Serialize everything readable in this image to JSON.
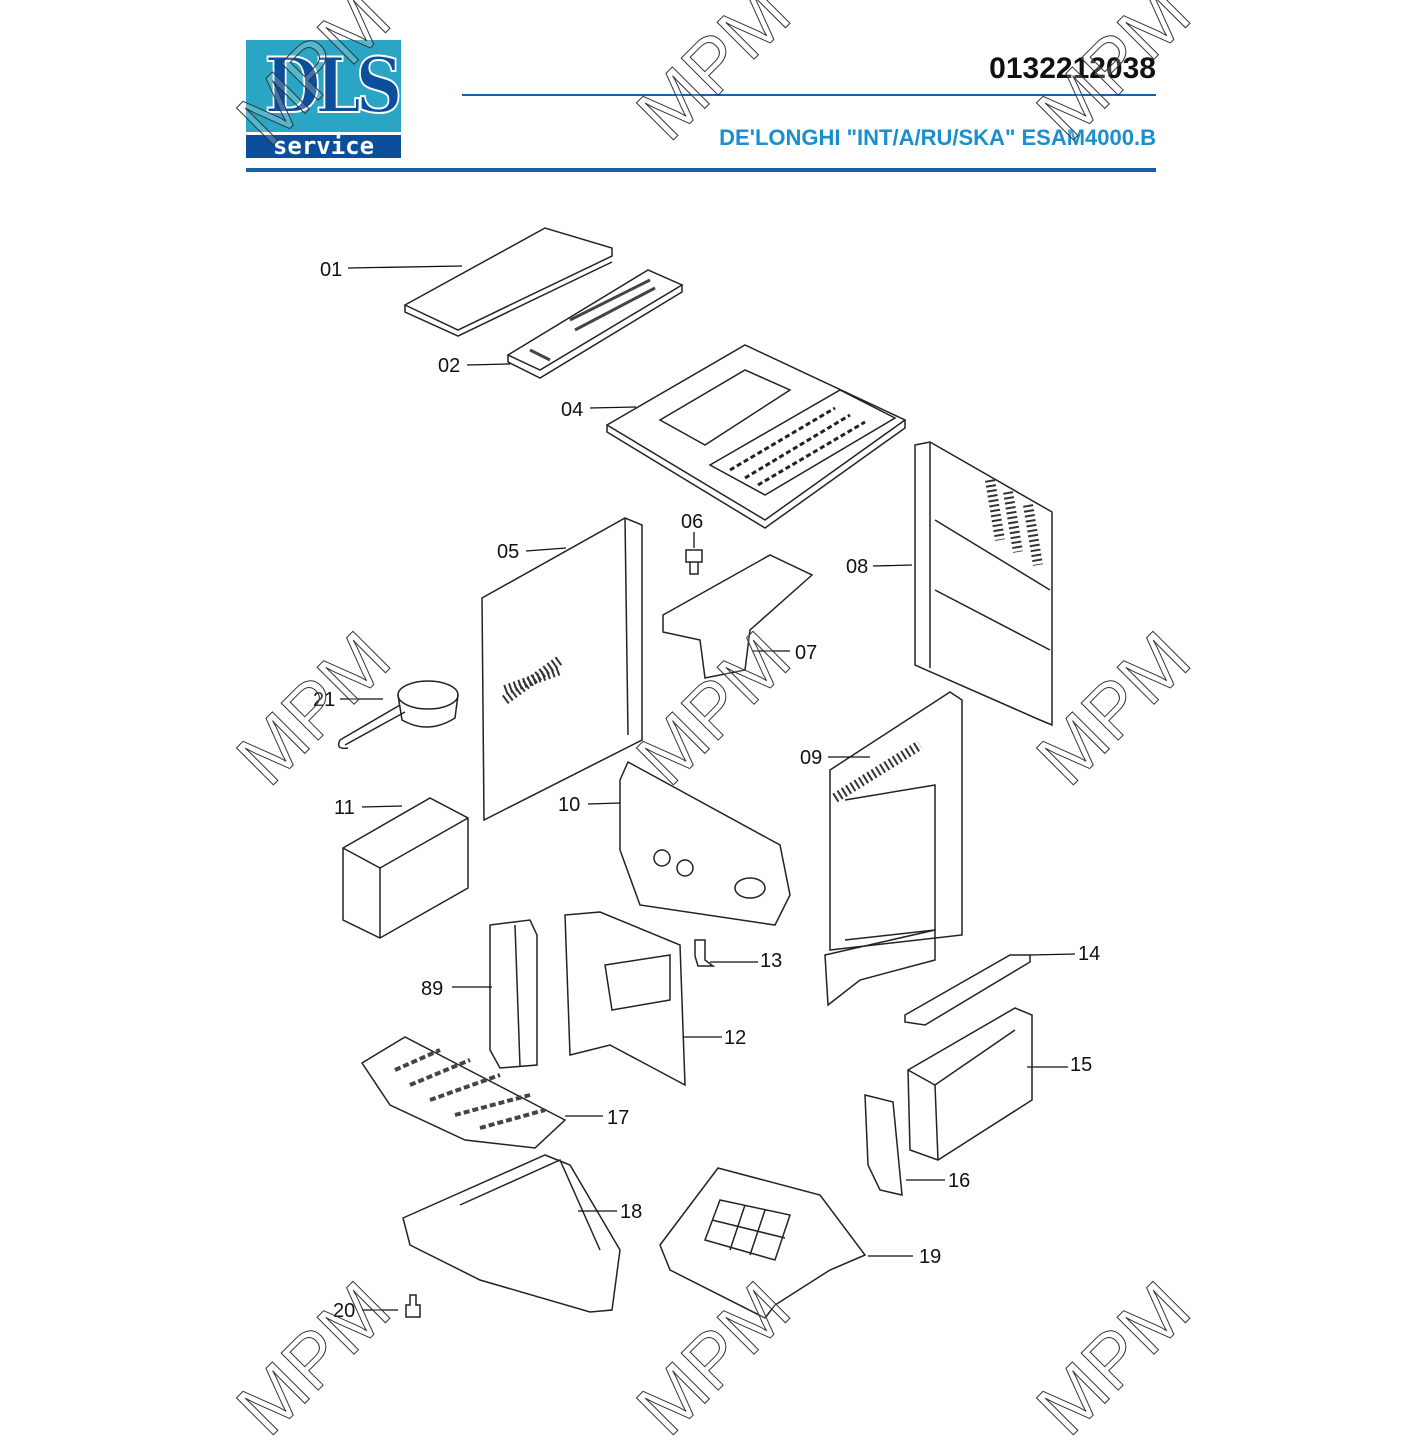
{
  "header": {
    "logo_text": "DLS",
    "logo_subtext": "service",
    "part_number": "0132212038",
    "model_title": "DE'LONGHI \"INT/A/RU/SKA\" ESAM4000.B"
  },
  "watermark": "MPM",
  "callouts": [
    "01",
    "02",
    "04",
    "05",
    "06",
    "07",
    "08",
    "09",
    "10",
    "11",
    "12",
    "13",
    "14",
    "15",
    "16",
    "17",
    "18",
    "19",
    "20",
    "21",
    "89"
  ],
  "colors": {
    "brand_dark": "#0b4f9c",
    "brand_light": "#2aa6c4",
    "title_blue": "#1a8fd0"
  }
}
